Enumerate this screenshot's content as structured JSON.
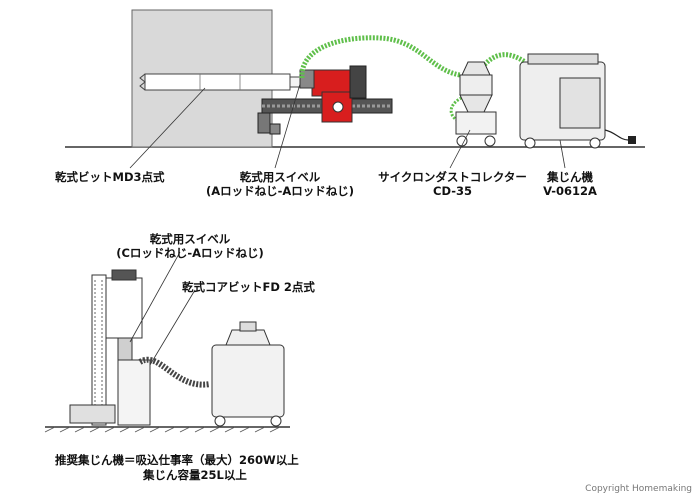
{
  "top_diagram": {
    "labels": {
      "bit": "乾式ビットMD3点式",
      "swivel_line1": "乾式用スイベル",
      "swivel_line2": "(Aロッドねじ-Aロッドねじ)",
      "cyclone_line1": "サイクロンダストコレクター",
      "cyclone_line2": "CD-35",
      "vacuum_line1": "集じん機",
      "vacuum_line2": "V-0612A"
    },
    "colors": {
      "hose": "#5fbf4a",
      "drill_motor": "#d81e1e",
      "wall": "#d9d9d9",
      "outline": "#333333"
    }
  },
  "bottom_diagram": {
    "labels": {
      "swivel_line1": "乾式用スイベル",
      "swivel_line2": "(Cロッドねじ-Aロッドねじ)",
      "core_bit": "乾式コアビットFD 2点式",
      "recommend_line1": "推奨集じん機＝吸込仕事率（最大）260W以上",
      "recommend_line2": "集じん容量25L以上"
    }
  },
  "credit": "Copyright Homemaking"
}
